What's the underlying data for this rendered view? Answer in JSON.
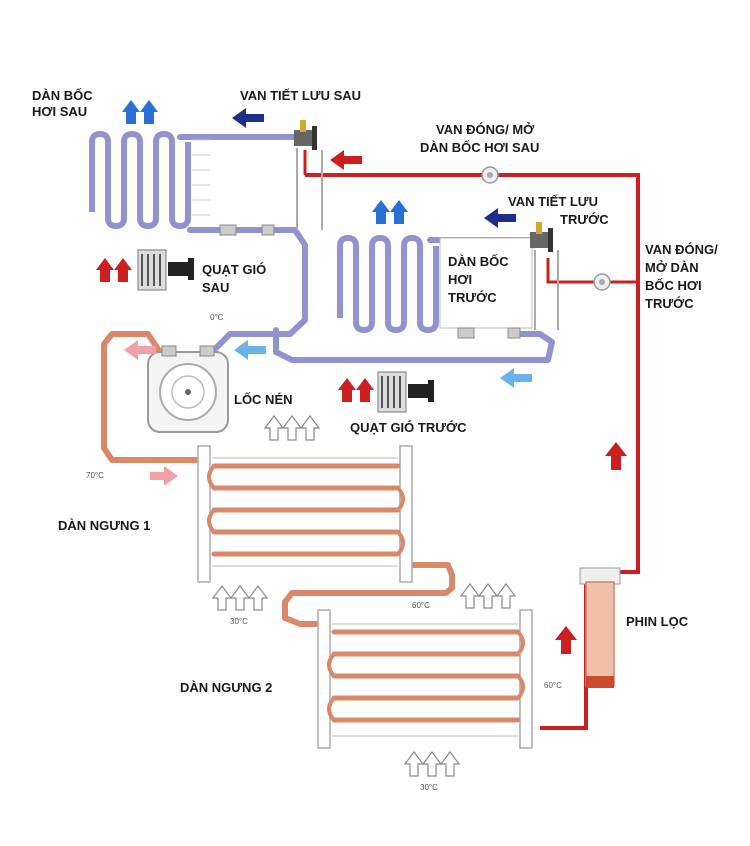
{
  "labels": {
    "rear_evaporator": [
      "DÀN BỐC",
      "HƠI SAU"
    ],
    "rear_expansion_valve": "VAN TIẾT LƯU SAU",
    "rear_evap_valve": [
      "VAN ĐÓNG/ MỞ",
      "DÀN BỐC HƠI SAU"
    ],
    "front_expansion_valve": [
      "VAN TIẾT LƯU",
      "TRƯỚC"
    ],
    "front_evap_valve": [
      "VAN ĐÓNG/",
      "MỞ DÀN",
      "BỐC HƠI",
      "TRƯỚC"
    ],
    "front_evaporator": [
      "DÀN BỐC",
      "HƠI",
      "TRƯỚC"
    ],
    "rear_fan": [
      "QUẠT GIÓ",
      "SAU"
    ],
    "front_fan": "QUẠT GIÓ TRƯỚC",
    "compressor": "LỐC NÉN",
    "condenser_1": "DÀN NGƯNG 1",
    "condenser_2": "DÀN NGƯNG 2",
    "filter_drier": "PHIN LỌC"
  },
  "temperatures": {
    "suction": "0°C",
    "discharge": "70°C",
    "condenser_mid": "60°C",
    "air_in_1": "30°C",
    "liquid_line": "60°C",
    "air_in_2": "30°C"
  },
  "colors": {
    "hot_high": "#cc1f1f",
    "hot_pipe": "#d9896a",
    "cold_pipe": "#8f93cf",
    "cold_arrow": "#2a6fd1",
    "dark_arrow": "#1c2f8a",
    "light_blue_arrow": "#6ab3ea",
    "pink_arrow": "#f0a0a6"
  }
}
